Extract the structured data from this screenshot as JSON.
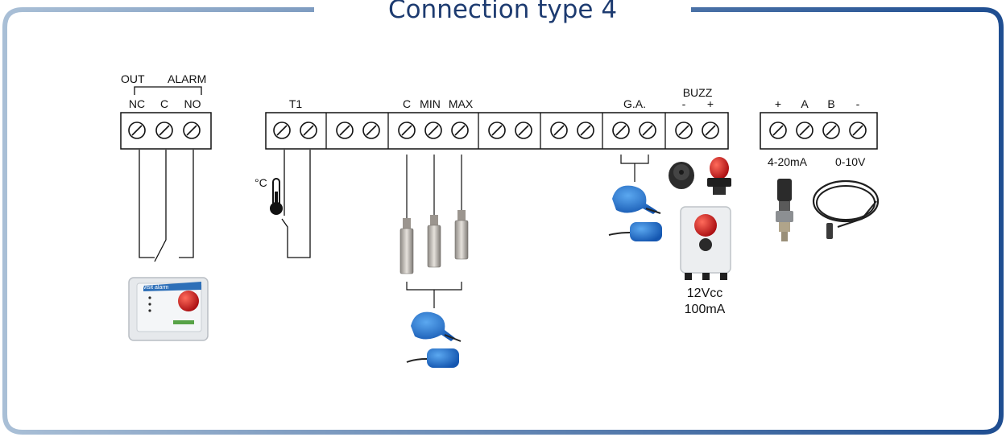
{
  "title": "Connection type 4",
  "colors": {
    "frame_left": "#a9bfd6",
    "frame_right": "#1f4e91",
    "title": "#1d3b70",
    "float_switch": "#1f73d1",
    "beacon_red": "#d8141a"
  },
  "alarm_block": {
    "out_label": "OUT",
    "alarm_label": "ALARM",
    "terminals": [
      "NC",
      "C",
      "NO"
    ],
    "device_brand_text": "visit alarm"
  },
  "main_block": {
    "t1_label": "T1",
    "probe_labels": [
      "C",
      "MIN",
      "MAX"
    ],
    "ga_label": "G.A.",
    "buzz_label": "BUZZ",
    "buzz_terminals": [
      "-",
      "+"
    ],
    "thermo_unit": "°C"
  },
  "analog_block": {
    "terminals": [
      "+",
      "A",
      "B",
      "-"
    ],
    "current_label": "4-20mA",
    "voltage_label": "0-10V"
  },
  "buzzer_spec": {
    "voltage": "12Vcc",
    "current": "100mA"
  },
  "icons": [
    "screw-terminal-icon",
    "thermometer-icon",
    "float-switch-icon",
    "level-probe-icon",
    "buzzer-icon",
    "beacon-icon",
    "pressure-sensor-icon",
    "level-sensor-cable-icon"
  ]
}
